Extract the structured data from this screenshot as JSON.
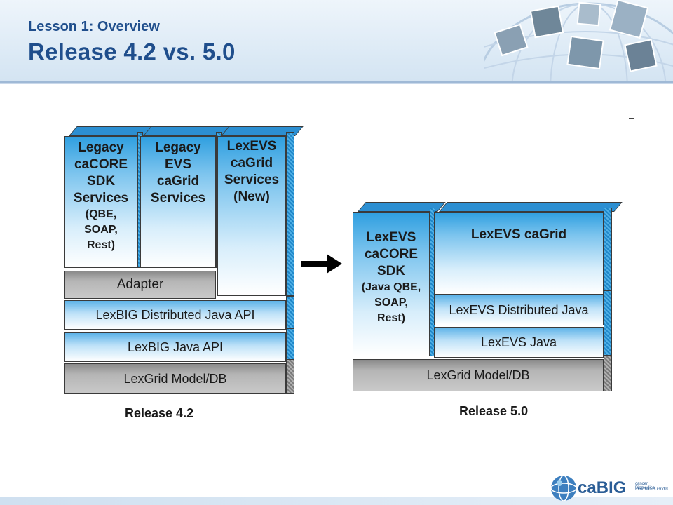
{
  "header": {
    "lesson": "Lesson 1: Overview",
    "title": "Release 4.2 vs. 5.0"
  },
  "release42": {
    "caption": "Release 4.2",
    "legacy_cacore_title": [
      "Legacy",
      "caCORE",
      "SDK",
      "Services"
    ],
    "legacy_cacore_sub": [
      "(QBE,",
      "SOAP,",
      "Rest)"
    ],
    "legacy_evs": [
      "Legacy",
      "EVS",
      "caGrid",
      "Services"
    ],
    "lexevs_cagrid_title": [
      "LexEVS",
      "caGrid",
      "Services"
    ],
    "lexevs_cagrid_new": "(New)",
    "adapter": "Adapter",
    "distributed_api": "LexBIG Distributed Java API",
    "java_api": "LexBIG Java API",
    "model_db": "LexGrid Model/DB"
  },
  "release50": {
    "caption": "Release 5.0",
    "cacore_title": [
      "LexEVS",
      "caCORE",
      "SDK"
    ],
    "cacore_sub": [
      "(Java QBE,",
      "SOAP,",
      "Rest)"
    ],
    "cagrid": "LexEVS caGrid",
    "distributed_java": "LexEVS Distributed Java",
    "java": "LexEVS Java",
    "model_db": "LexGrid Model/DB"
  },
  "logo": {
    "name": "caBIG",
    "tagline": [
      "cancer Biomedical",
      "Informatics Grid®"
    ]
  },
  "colors": {
    "title_blue": "#1f4e8c",
    "block_blue": "#2f9fe0",
    "block_gray": "#9a9a9a"
  }
}
